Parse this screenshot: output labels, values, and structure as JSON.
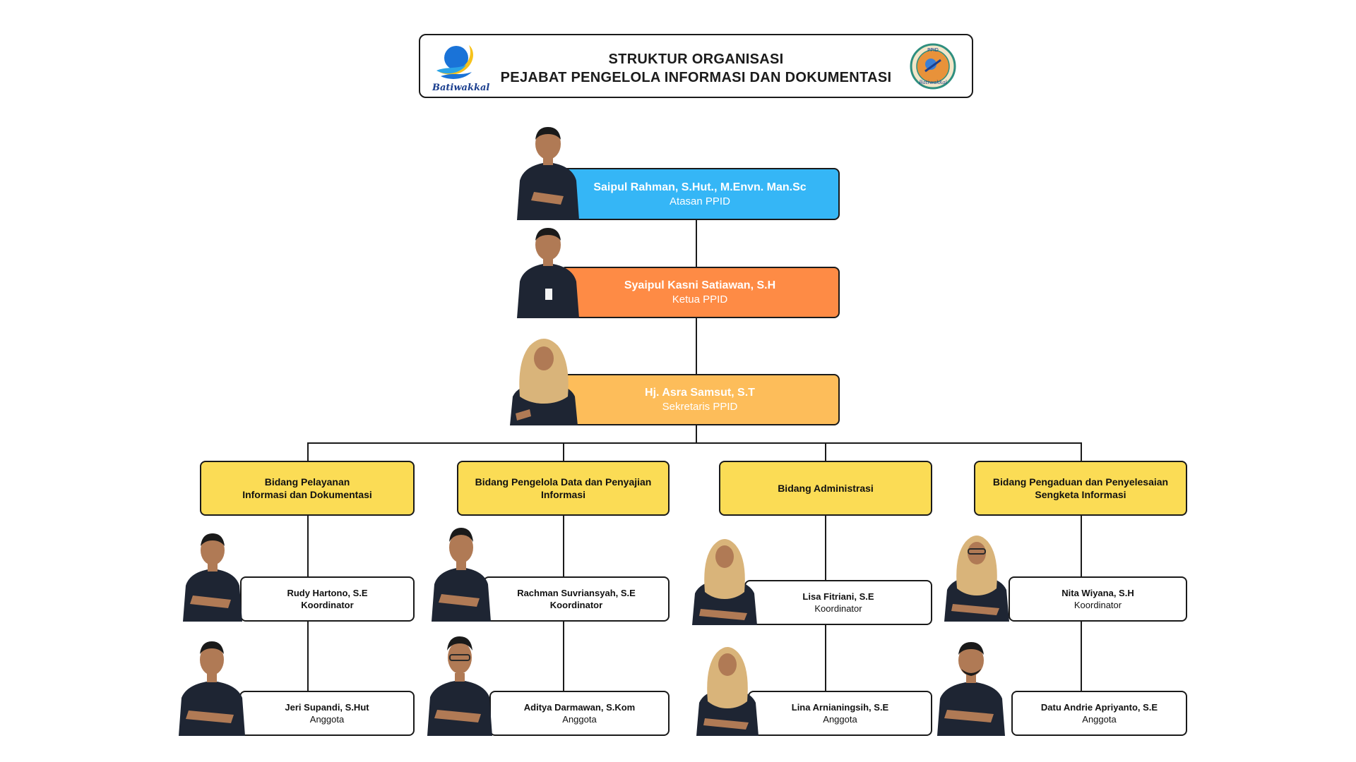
{
  "header": {
    "title_line1": "STRUKTUR ORGANISASI",
    "title_line2": "PEJABAT PENGELOLA INFORMASI DAN DOKUMENTASI",
    "logo_left_text": "Batiwakkal",
    "logo_right_top": "PPID",
    "logo_right_bottom": "Batiwakkal"
  },
  "leaders": [
    {
      "name": "Saipul Rahman, S.Hut., M.Envn. Man.Sc",
      "role": "Atasan PPID",
      "color": "#35b6f6"
    },
    {
      "name": "Syaipul Kasni Satiawan, S.H",
      "role": "Ketua PPID",
      "color": "#fe8b45"
    },
    {
      "name": "Hj. Asra Samsut, S.T",
      "role": "Sekretaris PPID",
      "color": "#fdbd5a"
    }
  ],
  "divisions": [
    {
      "title_l1": "Bidang Pelayanan",
      "title_l2": "Informasi dan Dokumentasi",
      "coordinator": {
        "name": "Rudy Hartono, S.E",
        "role": "Koordinator"
      },
      "member": {
        "name": "Jeri Supandi, S.Hut",
        "role": "Anggota"
      }
    },
    {
      "title_l1": "Bidang Pengelola Data dan Penyajian",
      "title_l2": "Informasi",
      "coordinator": {
        "name": "Rachman Suvriansyah, S.E",
        "role": "Koordinator"
      },
      "member": {
        "name": "Aditya Darmawan, S.Kom",
        "role": "Anggota"
      }
    },
    {
      "title_l1": "Bidang Administrasi",
      "title_l2": "",
      "coordinator": {
        "name": "Lisa Fitriani, S.E",
        "role": "Koordinator"
      },
      "member": {
        "name": "Lina Arnianingsih, S.E",
        "role": "Anggota"
      }
    },
    {
      "title_l1": "Bidang Pengaduan dan Penyelesaian",
      "title_l2": "Sengketa Informasi",
      "coordinator": {
        "name": "Nita Wiyana, S.H",
        "role": "Koordinator"
      },
      "member": {
        "name": "Datu Andrie Apriyanto, S.E",
        "role": "Anggota"
      }
    }
  ],
  "colors": {
    "bidang": "#fbdc55",
    "uniform": "#1e2533",
    "hijab": "#d9b47a",
    "skin": "#b07a55"
  }
}
